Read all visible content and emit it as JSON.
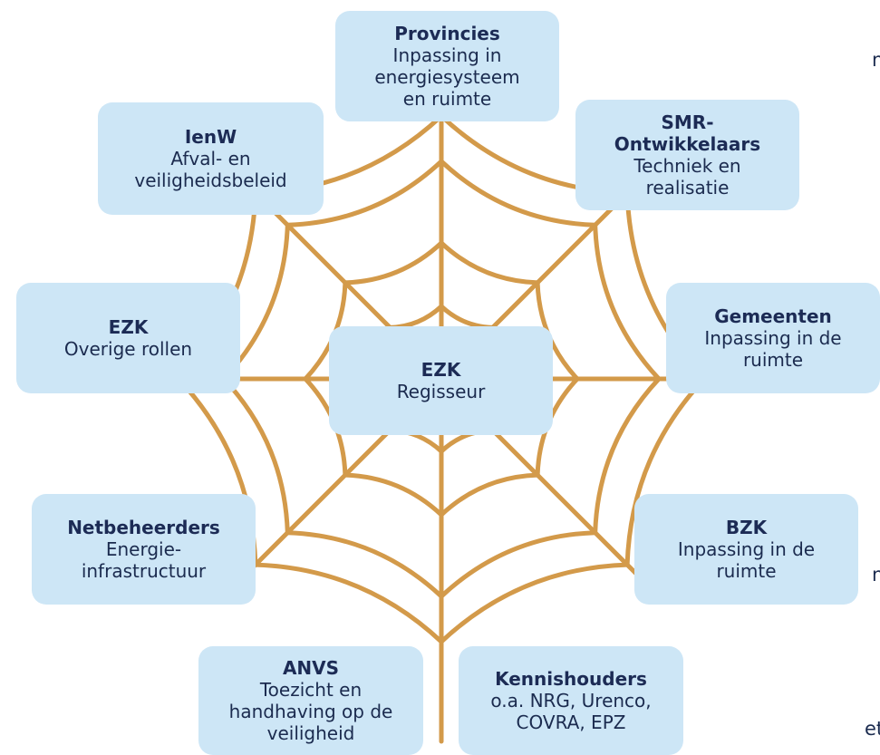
{
  "colors": {
    "web": "#d39a4a",
    "box": "#cde6f6",
    "text": "#1b2b4f"
  },
  "edge_text": {
    "top": "n",
    "bottom1": "n",
    "bottom2": "et"
  },
  "nodes": {
    "center": {
      "title": "EZK",
      "desc": "Regisseur"
    },
    "prov": {
      "title": "Provincies",
      "desc": "Inpassing in\nenergiesysteem\nen ruimte"
    },
    "smr": {
      "title": "SMR-\nOntwikkelaars",
      "desc": "Techniek en\nrealisatie"
    },
    "gem": {
      "title": "Gemeenten",
      "desc": "Inpassing in de\nruimte"
    },
    "bzk": {
      "title": "BZK",
      "desc": "Inpassing in de\nruimte"
    },
    "kennis": {
      "title": "Kennishouders",
      "desc": "o.a. NRG, Urenco,\nCOVRA, EPZ"
    },
    "anvs": {
      "title": "ANVS",
      "desc": "Toezicht en\nhandhaving op de\nveiligheid"
    },
    "netb": {
      "title": "Netbeheerders",
      "desc": "Energie-\ninfrastructuur"
    },
    "ezk2": {
      "title": "EZK",
      "desc": "Overige rollen"
    },
    "ienw": {
      "title": "IenW",
      "desc": "Afval- en\nveiligheidsbeleid"
    }
  }
}
